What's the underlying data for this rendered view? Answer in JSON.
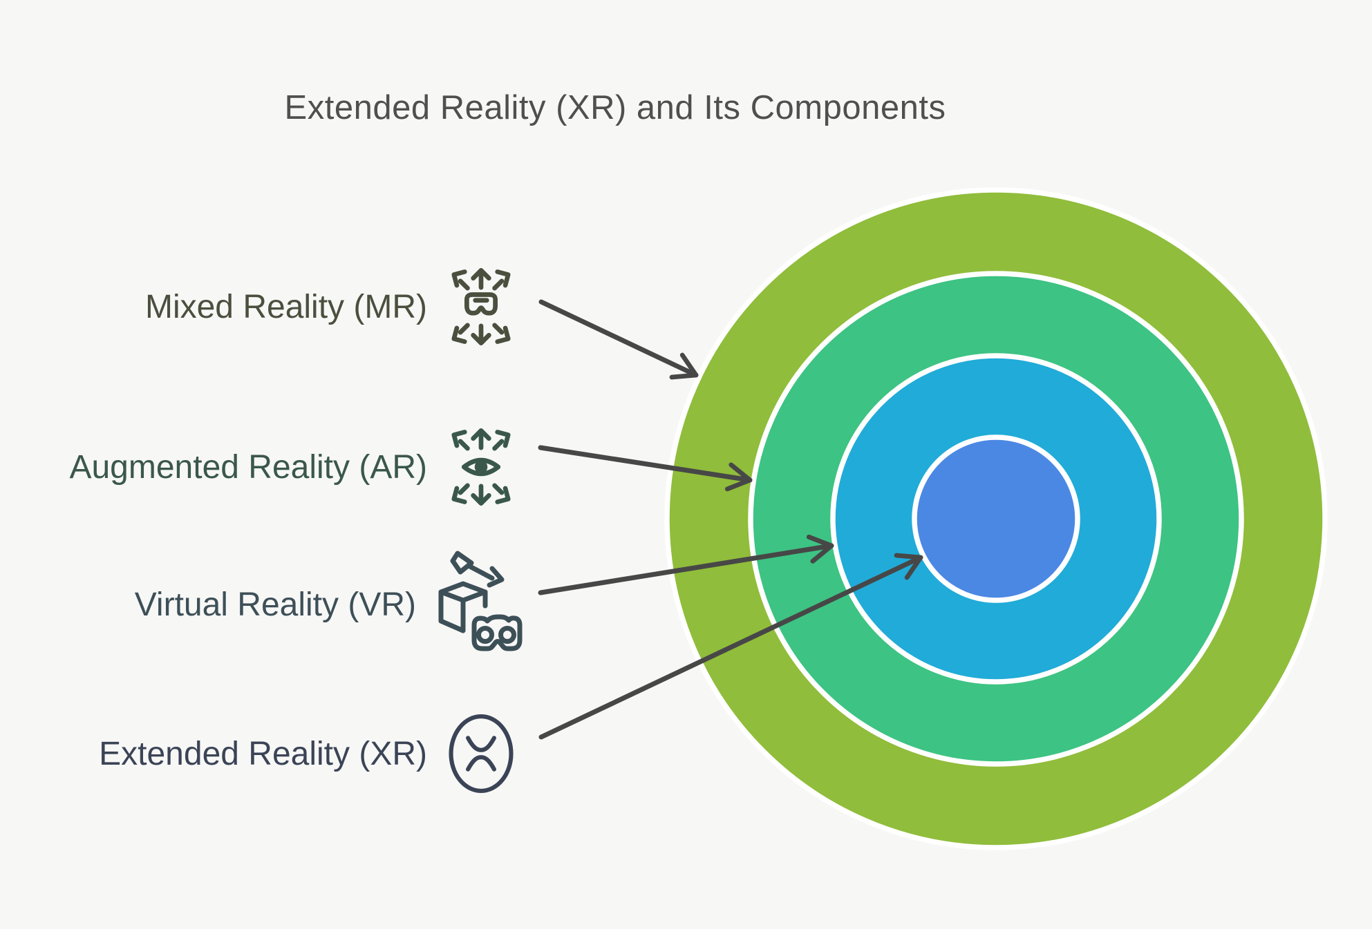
{
  "background": "#f7f7f6",
  "bottom_strip_color": "#ffffff",
  "arrow_color": "#474747",
  "ring_stroke": "#ffffff",
  "title": {
    "text": "Extended Reality (XR) and Its Components",
    "color": "#4f4f4f"
  },
  "items": [
    {
      "label": "Mixed Reality (MR)",
      "icon": "mr-headset-expand-icon",
      "color": "#4a4f3e",
      "points_to": "outer green ring"
    },
    {
      "label": "Augmented Reality (AR)",
      "icon": "ar-eye-expand-icon",
      "color": "#3a574b",
      "points_to": "second teal ring"
    },
    {
      "label": "Virtual Reality (VR)",
      "icon": "vr-unbox-headset-icon",
      "color": "#3d4f57",
      "points_to": "third cyan ring"
    },
    {
      "label": "Extended Reality (XR)",
      "icon": "xr-circle-x-icon",
      "color": "#3b4456",
      "points_to": "inner blue circle"
    }
  ],
  "rings": [
    {
      "name": "Mixed Reality (MR)",
      "color": "#90bd3b",
      "radius": 476
    },
    {
      "name": "Augmented Reality (AR)",
      "color": "#3dc383",
      "radius": 355
    },
    {
      "name": "Virtual Reality (VR)",
      "color": "#21abd8",
      "radius": 236
    },
    {
      "name": "Extended Reality (XR)",
      "color": "#4b88e4",
      "radius": 118
    }
  ]
}
